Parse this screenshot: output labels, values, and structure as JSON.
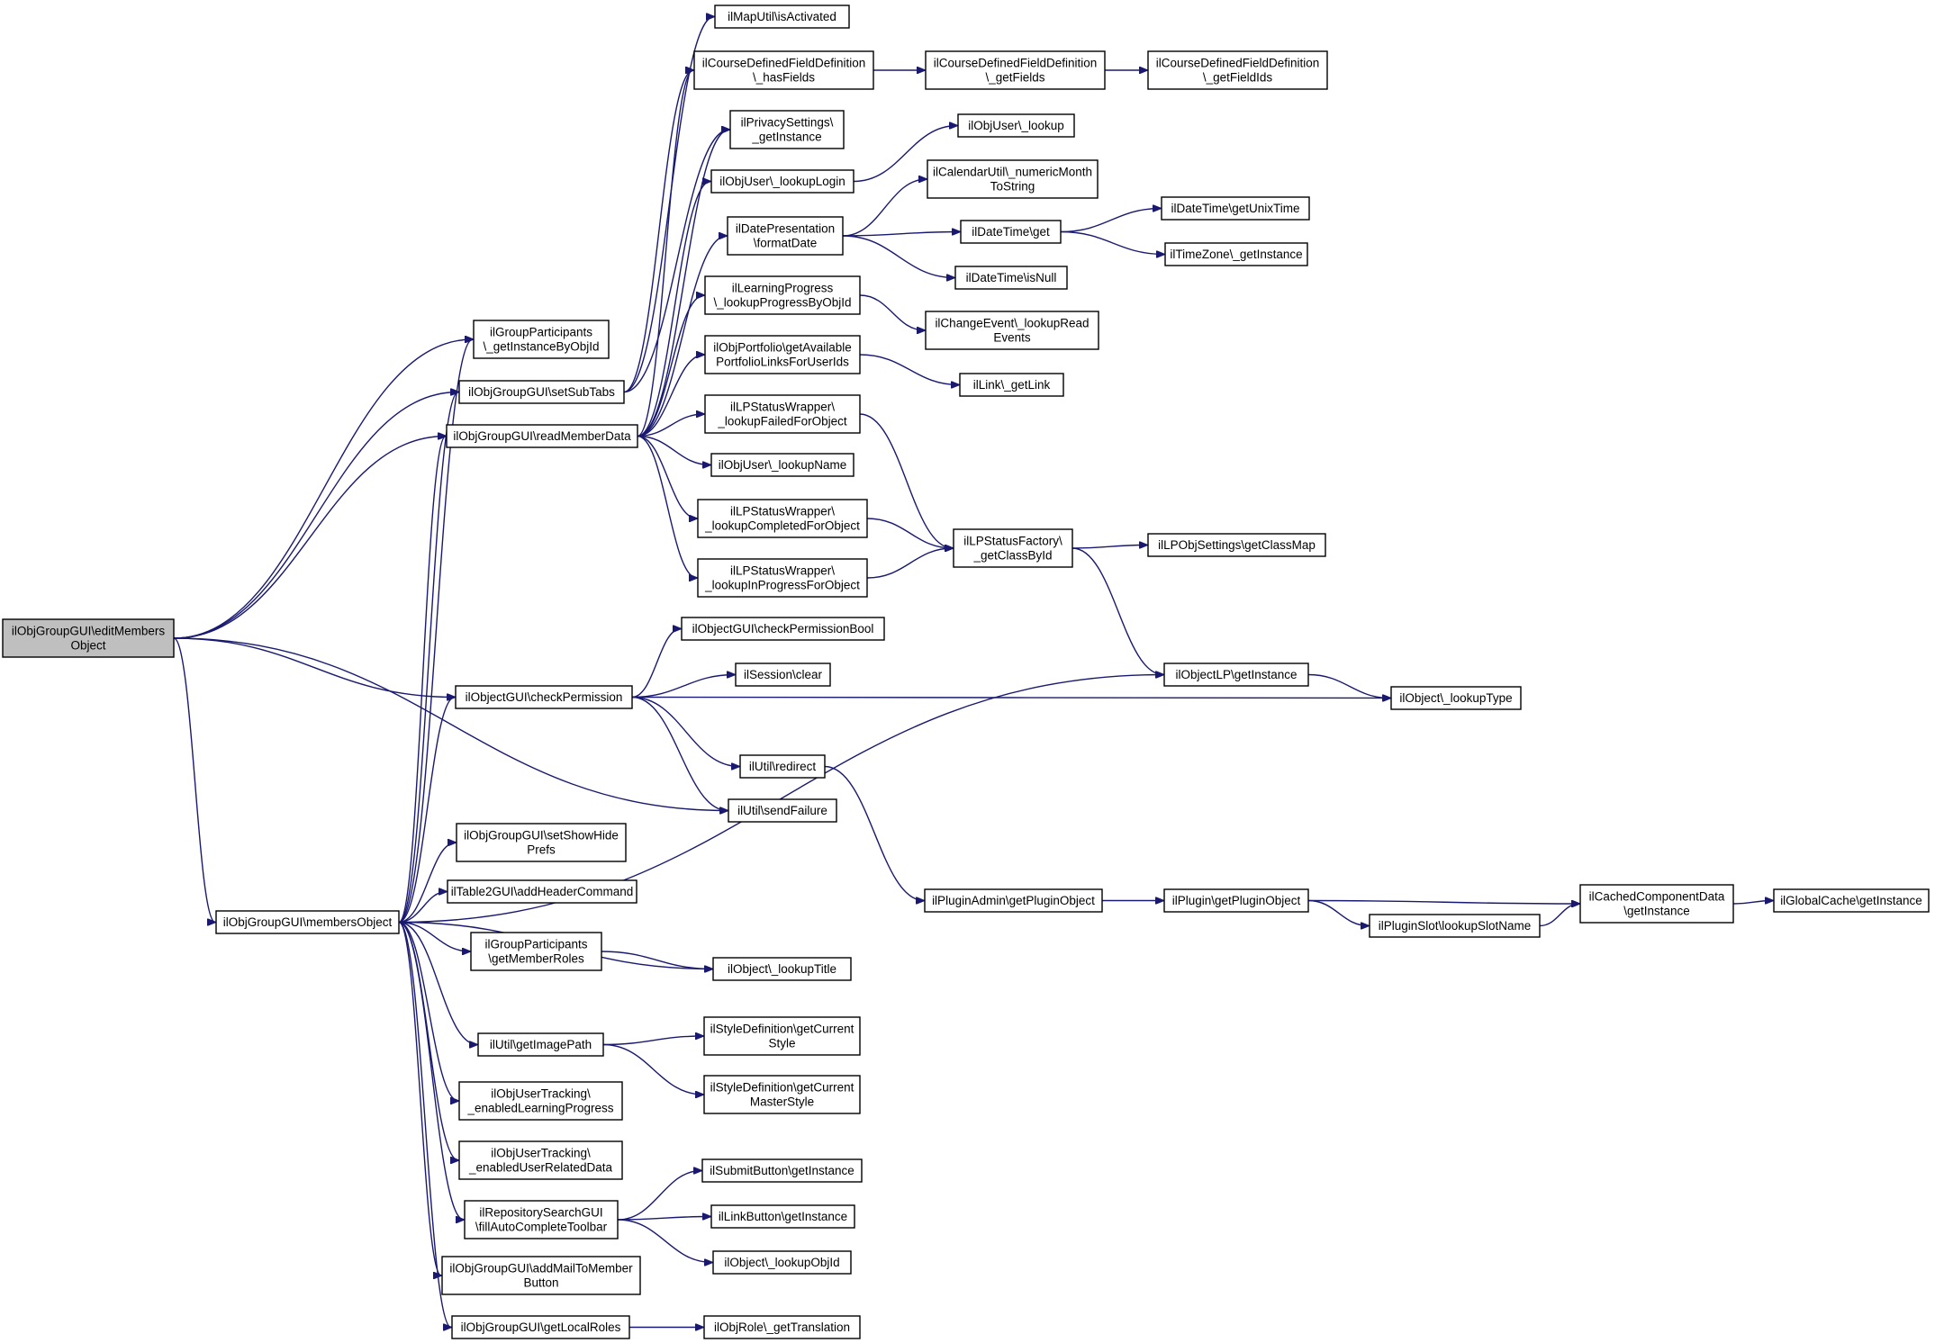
{
  "diagram": {
    "colors": {
      "edge": "#191970",
      "root_fill": "#bfbfbf",
      "node_fill": "#ffffff",
      "border": "#000000"
    },
    "root": "editMembersObject",
    "nodes": [
      {
        "id": "editMembersObject",
        "lines": [
          "ilObjGroupGUI\\editMembers",
          "Object"
        ]
      },
      {
        "id": "getInstanceByObjId",
        "lines": [
          "ilGroupParticipants",
          "\\_getInstanceByObjId"
        ]
      },
      {
        "id": "setSubTabs",
        "lines": [
          "ilObjGroupGUI\\setSubTabs"
        ]
      },
      {
        "id": "readMemberData",
        "lines": [
          "ilObjGroupGUI\\readMemberData"
        ]
      },
      {
        "id": "checkPermission",
        "lines": [
          "ilObjectGUI\\checkPermission"
        ]
      },
      {
        "id": "membersObject",
        "lines": [
          "ilObjGroupGUI\\membersObject"
        ]
      },
      {
        "id": "isActivated",
        "lines": [
          "ilMapUtil\\isActivated"
        ]
      },
      {
        "id": "hasFields",
        "lines": [
          "ilCourseDefinedFieldDefinition",
          "\\_hasFields"
        ]
      },
      {
        "id": "getFields",
        "lines": [
          "ilCourseDefinedFieldDefinition",
          "\\_getFields"
        ]
      },
      {
        "id": "getFieldIds",
        "lines": [
          "ilCourseDefinedFieldDefinition",
          "\\_getFieldIds"
        ]
      },
      {
        "id": "privacyGetInstance",
        "lines": [
          "ilPrivacySettings\\",
          "_getInstance"
        ]
      },
      {
        "id": "lookupLogin",
        "lines": [
          "ilObjUser\\_lookupLogin"
        ]
      },
      {
        "id": "userLookup",
        "lines": [
          "ilObjUser\\_lookup"
        ]
      },
      {
        "id": "formatDate",
        "lines": [
          "ilDatePresentation",
          "\\formatDate"
        ]
      },
      {
        "id": "numericMonth",
        "lines": [
          "ilCalendarUtil\\_numericMonth",
          "ToString"
        ]
      },
      {
        "id": "dateTimeGet",
        "lines": [
          "ilDateTime\\get"
        ]
      },
      {
        "id": "getUnixTime",
        "lines": [
          "ilDateTime\\getUnixTime"
        ]
      },
      {
        "id": "timeZoneGetInstance",
        "lines": [
          "ilTimeZone\\_getInstance"
        ]
      },
      {
        "id": "isNull",
        "lines": [
          "ilDateTime\\isNull"
        ]
      },
      {
        "id": "lookupProgress",
        "lines": [
          "ilLearningProgress",
          "\\_lookupProgressByObjId"
        ]
      },
      {
        "id": "lookupRead",
        "lines": [
          "ilChangeEvent\\_lookupRead",
          "Events"
        ]
      },
      {
        "id": "portfolioLinks",
        "lines": [
          "ilObjPortfolio\\getAvailable",
          "PortfolioLinksForUserIds"
        ]
      },
      {
        "id": "getLink",
        "lines": [
          "ilLink\\_getLink"
        ]
      },
      {
        "id": "lookupFailed",
        "lines": [
          "ilLPStatusWrapper\\",
          "_lookupFailedForObject"
        ]
      },
      {
        "id": "lookupName",
        "lines": [
          "ilObjUser\\_lookupName"
        ]
      },
      {
        "id": "lookupCompleted",
        "lines": [
          "ilLPStatusWrapper\\",
          "_lookupCompletedForObject"
        ]
      },
      {
        "id": "lookupInProgress",
        "lines": [
          "ilLPStatusWrapper\\",
          "_lookupInProgressForObject"
        ]
      },
      {
        "id": "getClassById",
        "lines": [
          "ilLPStatusFactory\\",
          "_getClassById"
        ]
      },
      {
        "id": "getClassMap",
        "lines": [
          "ilLPObjSettings\\getClassMap"
        ]
      },
      {
        "id": "checkPermissionBool",
        "lines": [
          "ilObjectGUI\\checkPermissionBool"
        ]
      },
      {
        "id": "sessionClear",
        "lines": [
          "ilSession\\clear"
        ]
      },
      {
        "id": "objectLPGetInstance",
        "lines": [
          "ilObjectLP\\getInstance"
        ]
      },
      {
        "id": "lookupType",
        "lines": [
          "ilObject\\_lookupType"
        ]
      },
      {
        "id": "redirect",
        "lines": [
          "ilUtil\\redirect"
        ]
      },
      {
        "id": "sendFailure",
        "lines": [
          "ilUtil\\sendFailure"
        ]
      },
      {
        "id": "setShowHidePrefs",
        "lines": [
          "ilObjGroupGUI\\setShowHide",
          "Prefs"
        ]
      },
      {
        "id": "addHeaderCommand",
        "lines": [
          "ilTable2GUI\\addHeaderCommand"
        ]
      },
      {
        "id": "getMemberRoles",
        "lines": [
          "ilGroupParticipants",
          "\\getMemberRoles"
        ]
      },
      {
        "id": "lookupTitle",
        "lines": [
          "ilObject\\_lookupTitle"
        ]
      },
      {
        "id": "getImagePath",
        "lines": [
          "ilUtil\\getImagePath"
        ]
      },
      {
        "id": "currentStyle",
        "lines": [
          "ilStyleDefinition\\getCurrent",
          "Style"
        ]
      },
      {
        "id": "currentMasterStyle",
        "lines": [
          "ilStyleDefinition\\getCurrent",
          "MasterStyle"
        ]
      },
      {
        "id": "enabledLP",
        "lines": [
          "ilObjUserTracking\\",
          "_enabledLearningProgress"
        ]
      },
      {
        "id": "enabledUserData",
        "lines": [
          "ilObjUserTracking\\",
          "_enabledUserRelatedData"
        ]
      },
      {
        "id": "fillAutoComplete",
        "lines": [
          "ilRepositorySearchGUI",
          "\\fillAutoCompleteToolbar"
        ]
      },
      {
        "id": "submitButton",
        "lines": [
          "ilSubmitButton\\getInstance"
        ]
      },
      {
        "id": "linkButton",
        "lines": [
          "ilLinkButton\\getInstance"
        ]
      },
      {
        "id": "lookupObjId",
        "lines": [
          "ilObject\\_lookupObjId"
        ]
      },
      {
        "id": "addMailButton",
        "lines": [
          "ilObjGroupGUI\\addMailToMember",
          "Button"
        ]
      },
      {
        "id": "getLocalRoles",
        "lines": [
          "ilObjGroupGUI\\getLocalRoles"
        ]
      },
      {
        "id": "getTranslation",
        "lines": [
          "ilObjRole\\_getTranslation"
        ]
      },
      {
        "id": "pluginAdmin",
        "lines": [
          "ilPluginAdmin\\getPluginObject"
        ]
      },
      {
        "id": "pluginGetObject",
        "lines": [
          "ilPlugin\\getPluginObject"
        ]
      },
      {
        "id": "lookupSlotName",
        "lines": [
          "ilPluginSlot\\lookupSlotName"
        ]
      },
      {
        "id": "cachedComponent",
        "lines": [
          "ilCachedComponentData",
          "\\getInstance"
        ]
      },
      {
        "id": "globalCache",
        "lines": [
          "ilGlobalCache\\getInstance"
        ]
      }
    ],
    "edges": [
      [
        "editMembersObject",
        "getInstanceByObjId"
      ],
      [
        "editMembersObject",
        "setSubTabs"
      ],
      [
        "editMembersObject",
        "readMemberData"
      ],
      [
        "editMembersObject",
        "checkPermission"
      ],
      [
        "editMembersObject",
        "sendFailure"
      ],
      [
        "editMembersObject",
        "membersObject"
      ],
      [
        "setSubTabs",
        "isActivated"
      ],
      [
        "setSubTabs",
        "hasFields"
      ],
      [
        "setSubTabs",
        "privacyGetInstance"
      ],
      [
        "readMemberData",
        "hasFields"
      ],
      [
        "readMemberData",
        "privacyGetInstance"
      ],
      [
        "readMemberData",
        "lookupLogin"
      ],
      [
        "readMemberData",
        "formatDate"
      ],
      [
        "readMemberData",
        "lookupProgress"
      ],
      [
        "readMemberData",
        "portfolioLinks"
      ],
      [
        "readMemberData",
        "lookupFailed"
      ],
      [
        "readMemberData",
        "lookupName"
      ],
      [
        "readMemberData",
        "lookupCompleted"
      ],
      [
        "readMemberData",
        "lookupInProgress"
      ],
      [
        "hasFields",
        "getFields"
      ],
      [
        "getFields",
        "getFieldIds"
      ],
      [
        "lookupLogin",
        "userLookup"
      ],
      [
        "formatDate",
        "numericMonth"
      ],
      [
        "formatDate",
        "dateTimeGet"
      ],
      [
        "formatDate",
        "isNull"
      ],
      [
        "dateTimeGet",
        "getUnixTime"
      ],
      [
        "dateTimeGet",
        "timeZoneGetInstance"
      ],
      [
        "lookupProgress",
        "lookupRead"
      ],
      [
        "portfolioLinks",
        "getLink"
      ],
      [
        "lookupFailed",
        "getClassById"
      ],
      [
        "lookupCompleted",
        "getClassById"
      ],
      [
        "lookupInProgress",
        "getClassById"
      ],
      [
        "getClassById",
        "getClassMap"
      ],
      [
        "getClassById",
        "objectLPGetInstance"
      ],
      [
        "objectLPGetInstance",
        "lookupType"
      ],
      [
        "checkPermission",
        "checkPermissionBool"
      ],
      [
        "checkPermission",
        "sessionClear"
      ],
      [
        "checkPermission",
        "lookupType"
      ],
      [
        "checkPermission",
        "redirect"
      ],
      [
        "checkPermission",
        "sendFailure"
      ],
      [
        "redirect",
        "pluginAdmin"
      ],
      [
        "pluginAdmin",
        "pluginGetObject"
      ],
      [
        "pluginGetObject",
        "cachedComponent"
      ],
      [
        "pluginGetObject",
        "lookupSlotName"
      ],
      [
        "lookupSlotName",
        "cachedComponent"
      ],
      [
        "cachedComponent",
        "globalCache"
      ],
      [
        "membersObject",
        "getInstanceByObjId"
      ],
      [
        "membersObject",
        "setSubTabs"
      ],
      [
        "membersObject",
        "readMemberData"
      ],
      [
        "membersObject",
        "checkPermission"
      ],
      [
        "membersObject",
        "objectLPGetInstance"
      ],
      [
        "membersObject",
        "setShowHidePrefs"
      ],
      [
        "membersObject",
        "addHeaderCommand"
      ],
      [
        "membersObject",
        "getMemberRoles"
      ],
      [
        "membersObject",
        "lookupTitle"
      ],
      [
        "membersObject",
        "getImagePath"
      ],
      [
        "membersObject",
        "enabledLP"
      ],
      [
        "membersObject",
        "enabledUserData"
      ],
      [
        "membersObject",
        "fillAutoComplete"
      ],
      [
        "membersObject",
        "addMailButton"
      ],
      [
        "membersObject",
        "getLocalRoles"
      ],
      [
        "getMemberRoles",
        "lookupTitle"
      ],
      [
        "getImagePath",
        "currentStyle"
      ],
      [
        "getImagePath",
        "currentMasterStyle"
      ],
      [
        "fillAutoComplete",
        "submitButton"
      ],
      [
        "fillAutoComplete",
        "linkButton"
      ],
      [
        "fillAutoComplete",
        "lookupObjId"
      ],
      [
        "getLocalRoles",
        "getTranslation"
      ]
    ]
  }
}
